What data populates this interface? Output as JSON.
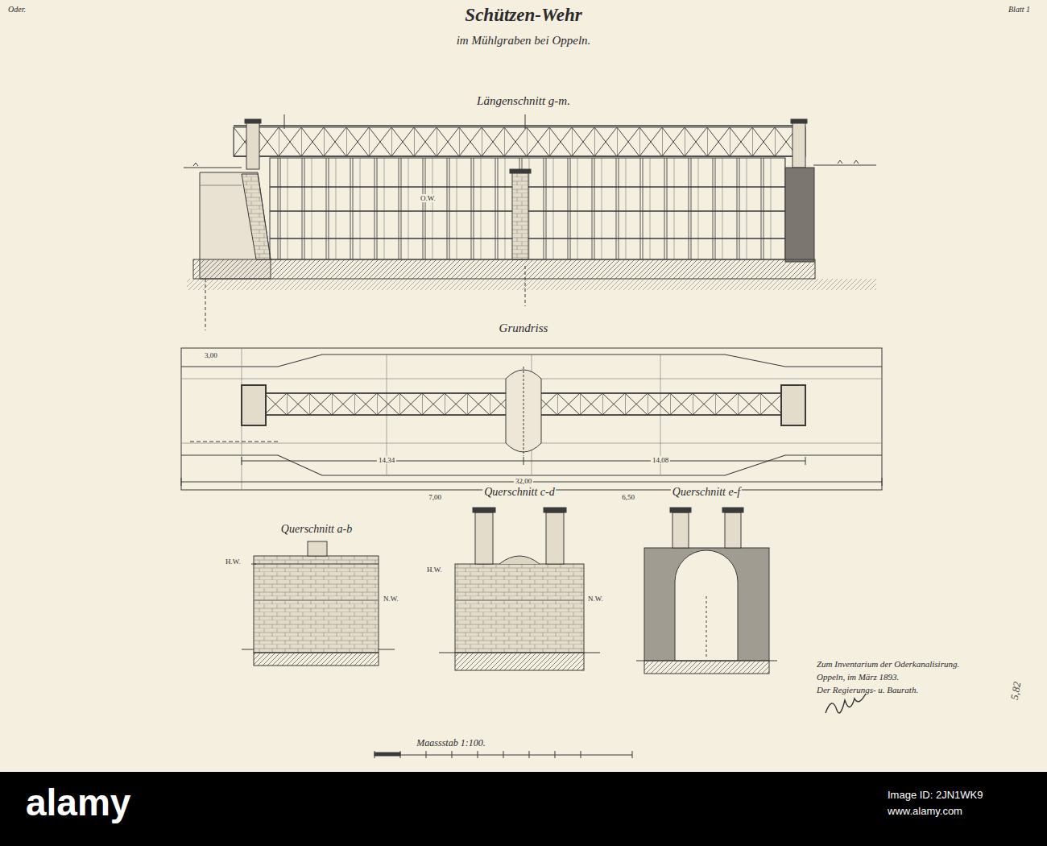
{
  "diagram": {
    "title": "Schützen-Wehr",
    "labels": [
      "Oder.",
      "Blatt 1",
      "im Mühlgraben bei Oppeln.",
      "Längenschnitt g-m.",
      "Grundriss",
      "Querschnitt a-b",
      "Querschnitt c-d",
      "Querschnitt e-f",
      "H.W.",
      "N.W.",
      "H.W.",
      "N.W.",
      "O.W.",
      "3,00",
      "14,34",
      "14,08",
      "32,00",
      "7,00",
      "6,50",
      "Zum Inventarium der Oderkanalisirung.",
      "Oppeln, im März 1893.",
      "Der Regierungs- u. Baurath.",
      "Maassstab 1:100.",
      "5,82",
      "alamy",
      "Image ID: 2JN1WK9",
      "www.alamy.com"
    ]
  }
}
